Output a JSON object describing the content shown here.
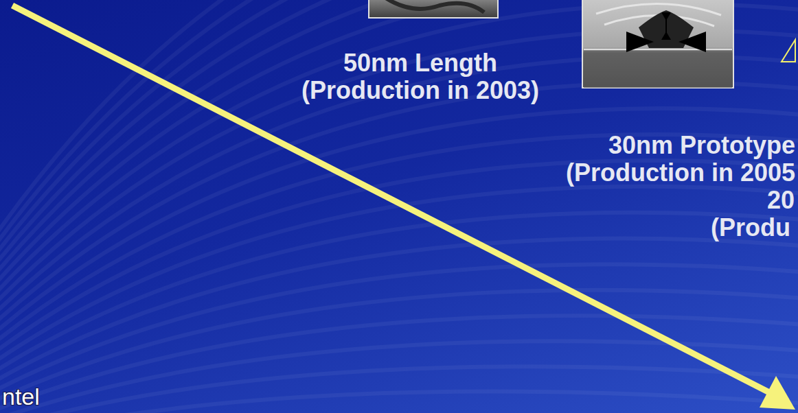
{
  "diagram": {
    "labels": [
      "50nm Length",
      "(Production in 2003)",
      "30nm Prototype",
      "(Production in 2005",
      "20",
      "(Produ",
      "ntel"
    ]
  }
}
